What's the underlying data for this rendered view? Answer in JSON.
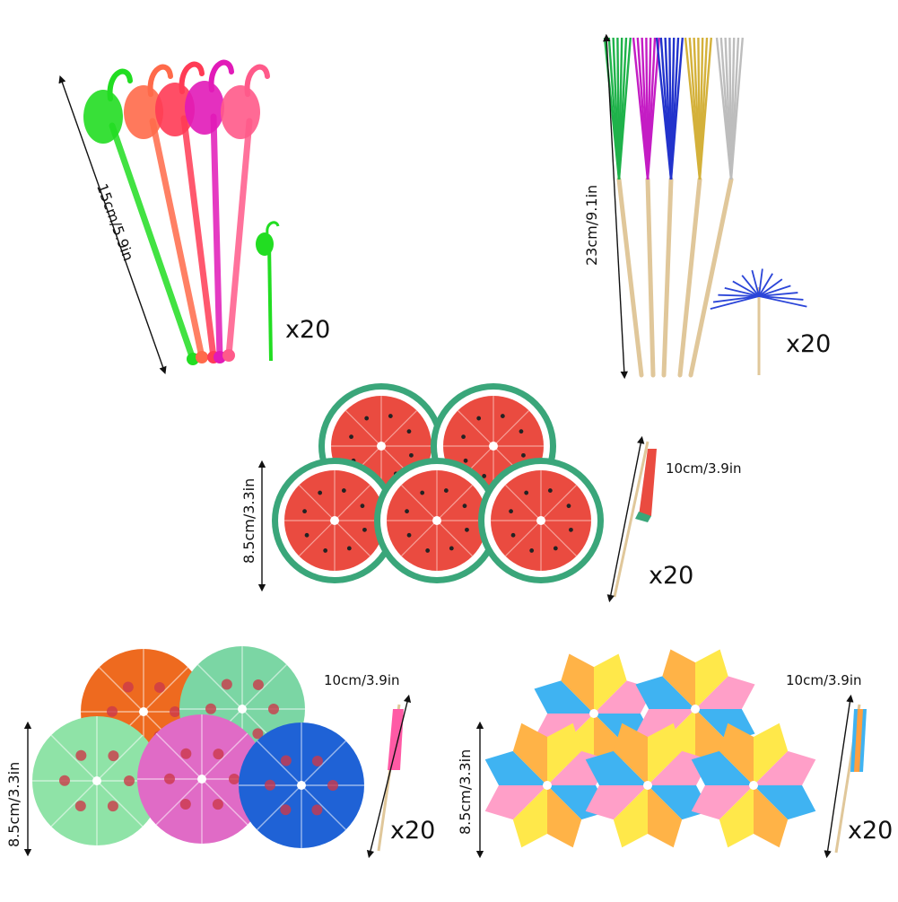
{
  "flamingo": {
    "size": "15cm/5.9in",
    "qty": "x20"
  },
  "tinsel": {
    "size": "23cm/9.1in",
    "qty": "x20"
  },
  "watermelon": {
    "height": "8.5cm/3.3in",
    "stick": "10cm/3.9in",
    "qty": "x20"
  },
  "floral": {
    "height": "8.5cm/3.3in",
    "stick": "10cm/3.9in",
    "qty": "x20"
  },
  "star": {
    "height": "8.5cm/3.3in",
    "stick": "10cm/3.9in",
    "qty": "x20"
  },
  "colors": {
    "flamingo": [
      "#22dd22",
      "#ff6a4a",
      "#ff3b55",
      "#e11ab8",
      "#ff5a8a"
    ],
    "tinsel": [
      "#1fb24a",
      "#c41cc4",
      "#2233cc",
      "#d4b13a",
      "#bdbdbd"
    ],
    "watermelon_rind": "#3aa67a",
    "watermelon_flesh": "#ea4b40",
    "floral": [
      "#ee6a1f",
      "#7bd6a4",
      "#8fe3a7",
      "#e06bc6",
      "#1f62d6"
    ],
    "star": [
      "#ffe84a",
      "#ff9fc8",
      "#3fb3f2",
      "#ffb347"
    ]
  }
}
